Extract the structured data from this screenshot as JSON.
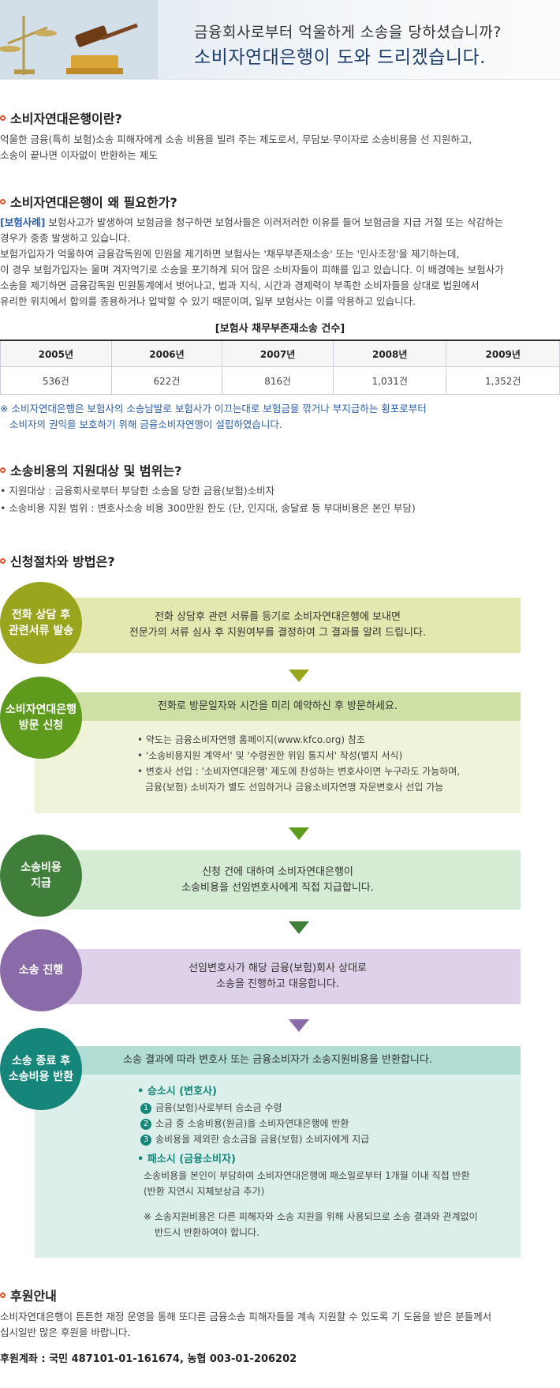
{
  "banner": {
    "line1": "금융회사로부터 억울하게 소송을 당하셨습니까?",
    "line2": "소비자연대은행이 도와 드리겠습니다."
  },
  "sec1": {
    "title": "소비자연대은행이란?",
    "line1": "억울한 금융(특히 보험)소송 피해자에게 소송 비용을 빌려 주는 제도로서, 무담보·무이자로 소송비용을 선 지원하고,",
    "line2": "소송이 끝나면 이자없이 반환하는 제도"
  },
  "sec2": {
    "title": "소비자연대은행이 왜 필요한가?",
    "tag": "[보험사례]",
    "l1": " 보험사고가 발생하여 보험금을 청구하면 보험사들은 이러저러한 이유를 들어 보험금을 지급 거절 또는 삭감하는",
    "l2": "경우가 종종 발생하고 있습니다.",
    "l3": "보험가입자가 억울하여 금융감독원에 민원을 제기하면 보험사는 '채무부존재소송' 또는 '민사조정'을 제기하는데,",
    "l4": "이 경우 보험가입자는 울며 겨자먹기로 소송을 포기하게 되어 많은 소비자들이 피해를 입고 있습니다. 이 배경에는 보험사가",
    "l5": "소송을 제기하면 금융감독원 민원통계에서 벗어나고, 법과 지식, 시간과 경제력이 부족한 소비자들을 상대로 법원에서",
    "l6": "유리한 위치에서 합의를 종용하거나 압박할 수 있기 때문이며, 일부 보험사는 이를 악용하고 있습니다."
  },
  "table": {
    "caption": "[보험사 채무부존재소송 건수]",
    "headers": [
      "2005년",
      "2006년",
      "2007년",
      "2008년",
      "2009년"
    ],
    "values": [
      "536건",
      "622건",
      "816건",
      "1,031건",
      "1,352건"
    ]
  },
  "note": {
    "l1": "※ 소비자연대은행은 보험사의 소송남발로 보험사가 이끄는대로 보험금을 깎거나 부지급하는 횡포로부터",
    "l2": "소비자의 권익을 보호하기 위해 금융소비자연맹이 설립하였습니다."
  },
  "sec3": {
    "title": "소송비용의 지원대상 및 범위는?",
    "b1": "• 지원대상 : 금융회사로부터 부당한 소송을 당한 금융(보험)소비자",
    "b2": "• 소송비용 지원 범위 : 변호사소송 비용 300만원 한도 (단, 인지대, 송달료 등 부대비용은 본인 부담)"
  },
  "sec4": {
    "title": "신청절차와 방법은?"
  },
  "steps": {
    "s1": {
      "circle1": "전화 상담 후",
      "circle2": "관련서류 발송",
      "t1": "전화 상담후 관련 서류를 등기로 소비자연대은행에 보내면",
      "t2": "전문가의 서류 심사 후 지원여부를 결정하여 그 결과를 알려 드립니다."
    },
    "s2": {
      "circle1": "소비자연대은행",
      "circle2": "방문 신청",
      "t1": "전화로 방문일자와 시간을 미리 예약하신 후 방문하세요.",
      "b1": "• 약도는 금융소비자연맹 홈페이지(www.kfco.org) 참조",
      "b2": "• '소송비용지원 계약서' 및 '수령권한 위임 통지서' 작성(별지 서식)",
      "b3": "• 변호사 선입 : '소비자연대은행' 제도에 찬성하는 변호사이면 누구라도 가능하며,",
      "b4": "금융(보험) 소비자가 별도 선임하거나 금융소비자연맹 자문변호사 선입 가능"
    },
    "s3": {
      "circle1": "소송비용",
      "circle2": "지급",
      "t1": "신청 건에 대하여 소비자연대은행이",
      "t2": "소송비용을 선임변호사에게 직접 지급합니다."
    },
    "s4": {
      "circle1": "소송 진행",
      "t1": "선임변호사가 해당 금융(보험)회사 상대로",
      "t2": "소송을 진행하고 대응합니다."
    },
    "s5": {
      "circle1": "소송 종료 후",
      "circle2": "소송비용 반환",
      "t1": "소송 결과에 따라 변호사 또는 금융소비자가 소송지원비용을 반환합니다.",
      "win": "• 승소시 (변호사)",
      "w1": "금융(보험)사로부터 승소금 수령",
      "w2": "소금 중 소송비용(원금)을 소비자연대은행에 반환",
      "w3": "송비용을 제외한 승소금을 금융(보험) 소비자에게 지급",
      "n1": "1",
      "n2": "2",
      "n3": "3",
      "lose": "• 패소시 (금융소비자)",
      "l1": "소송비용을 본인이 부담하여 소비자연대은행에 패소일로부터 1개월 이내 직접 반환",
      "l2": "(반환 지연시 지체보상금 추가)",
      "r1": "※ 소송지원비용은 다른 피해자와 소송 지원을 위해 사용되므로 소송 결과와 관계없이",
      "r2": "반드시 반환하여야 합니다."
    }
  },
  "sec5": {
    "title": "후원안내",
    "l1": "소비자연대은행이 튼튼한 재정 운영을 통해 또다른 금융소송 피해자들을 계속 지원할 수 있도록 기 도움을 받은 분들께서",
    "l2": "십시일반 많은 후원을 바랍니다.",
    "acct_label": "후원계좌 :",
    "acct": " 국민 487101-01-161674, 농협 003-01-206202"
  },
  "colors": {
    "step1": "#9aa51e",
    "step2": "#5e9a1c",
    "step3": "#3f7f3a",
    "step4": "#8a6aa8",
    "step5": "#17867a"
  }
}
